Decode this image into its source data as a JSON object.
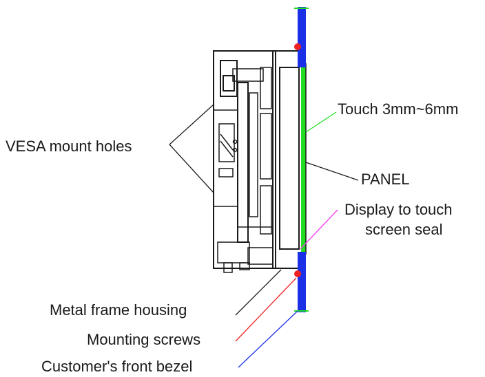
{
  "labels": {
    "vesa": "VESA mount holes",
    "touch": "Touch 3mm~6mm",
    "panel": "PANEL",
    "seal_line1": "Display to touch",
    "seal_line2": "screen seal",
    "frame": "Metal frame housing",
    "screws": "Mounting screws",
    "bezel": "Customer's front bezel"
  },
  "colors": {
    "bezel": "#1a2fe6",
    "touch": "#22dd22",
    "seal": "#ee44ee",
    "screws": "#ee2222",
    "outline": "#1a1a1a"
  }
}
